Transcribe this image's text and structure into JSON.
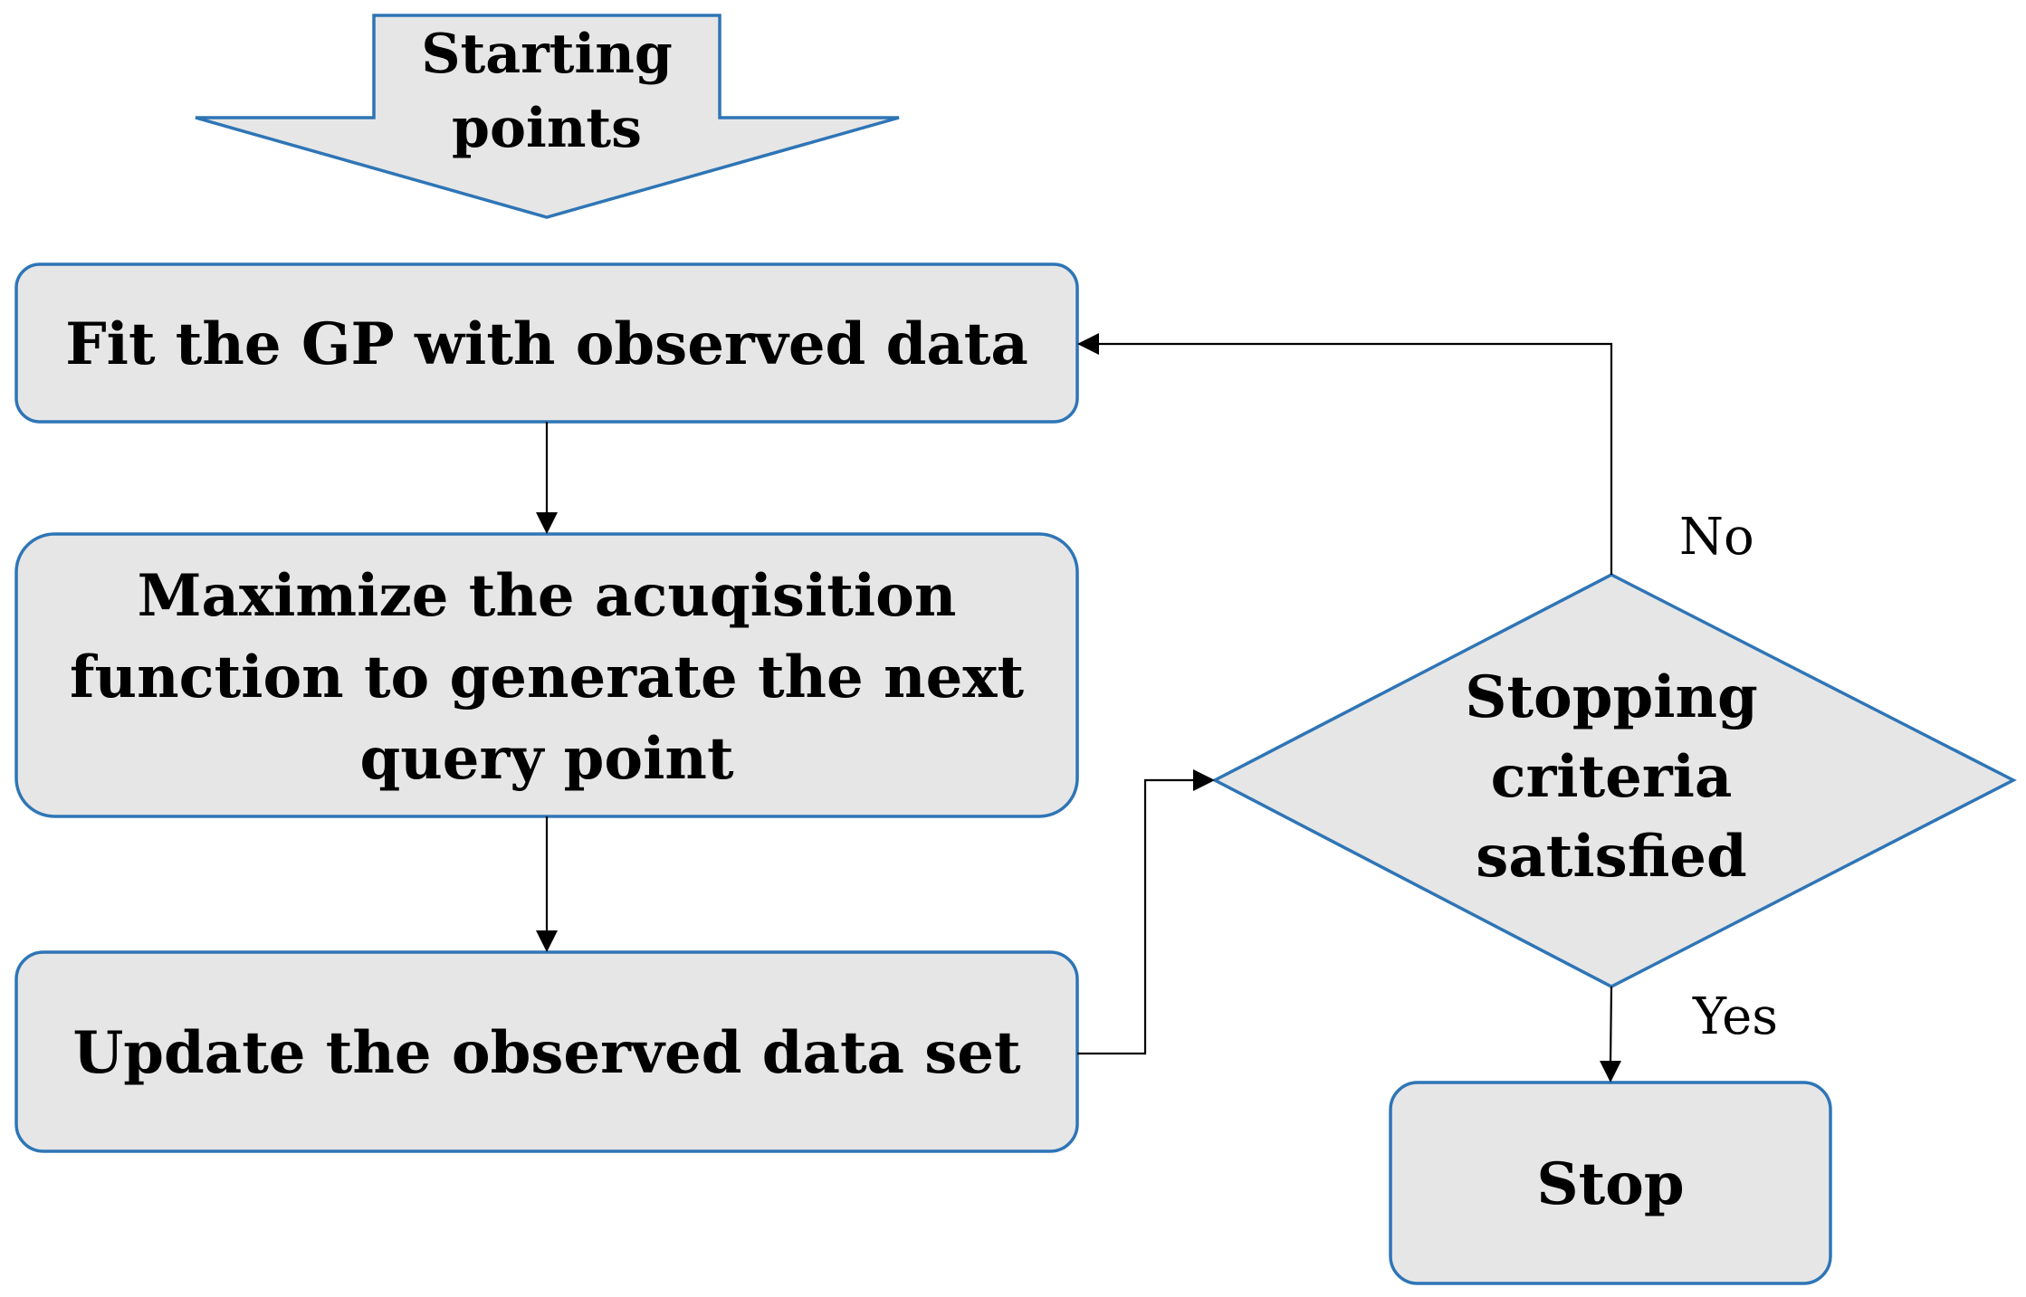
{
  "diagram": {
    "start": {
      "lines": [
        "Starting",
        "points"
      ]
    },
    "fit": {
      "lines": [
        "Fit the GP with observed data"
      ]
    },
    "maximize": {
      "lines": [
        "Maximize the acuqisition",
        "function to generate the next",
        "query point"
      ]
    },
    "update": {
      "lines": [
        "Update the observed data set"
      ]
    },
    "decision": {
      "lines": [
        "Stopping",
        "criteria",
        "satisfied"
      ]
    },
    "stop": {
      "lines": [
        "Stop"
      ]
    },
    "label_no": "No",
    "label_yes": "Yes"
  },
  "colors": {
    "fill": "#e6e6e6",
    "border": "#2e75b6",
    "connector": "#000000"
  }
}
